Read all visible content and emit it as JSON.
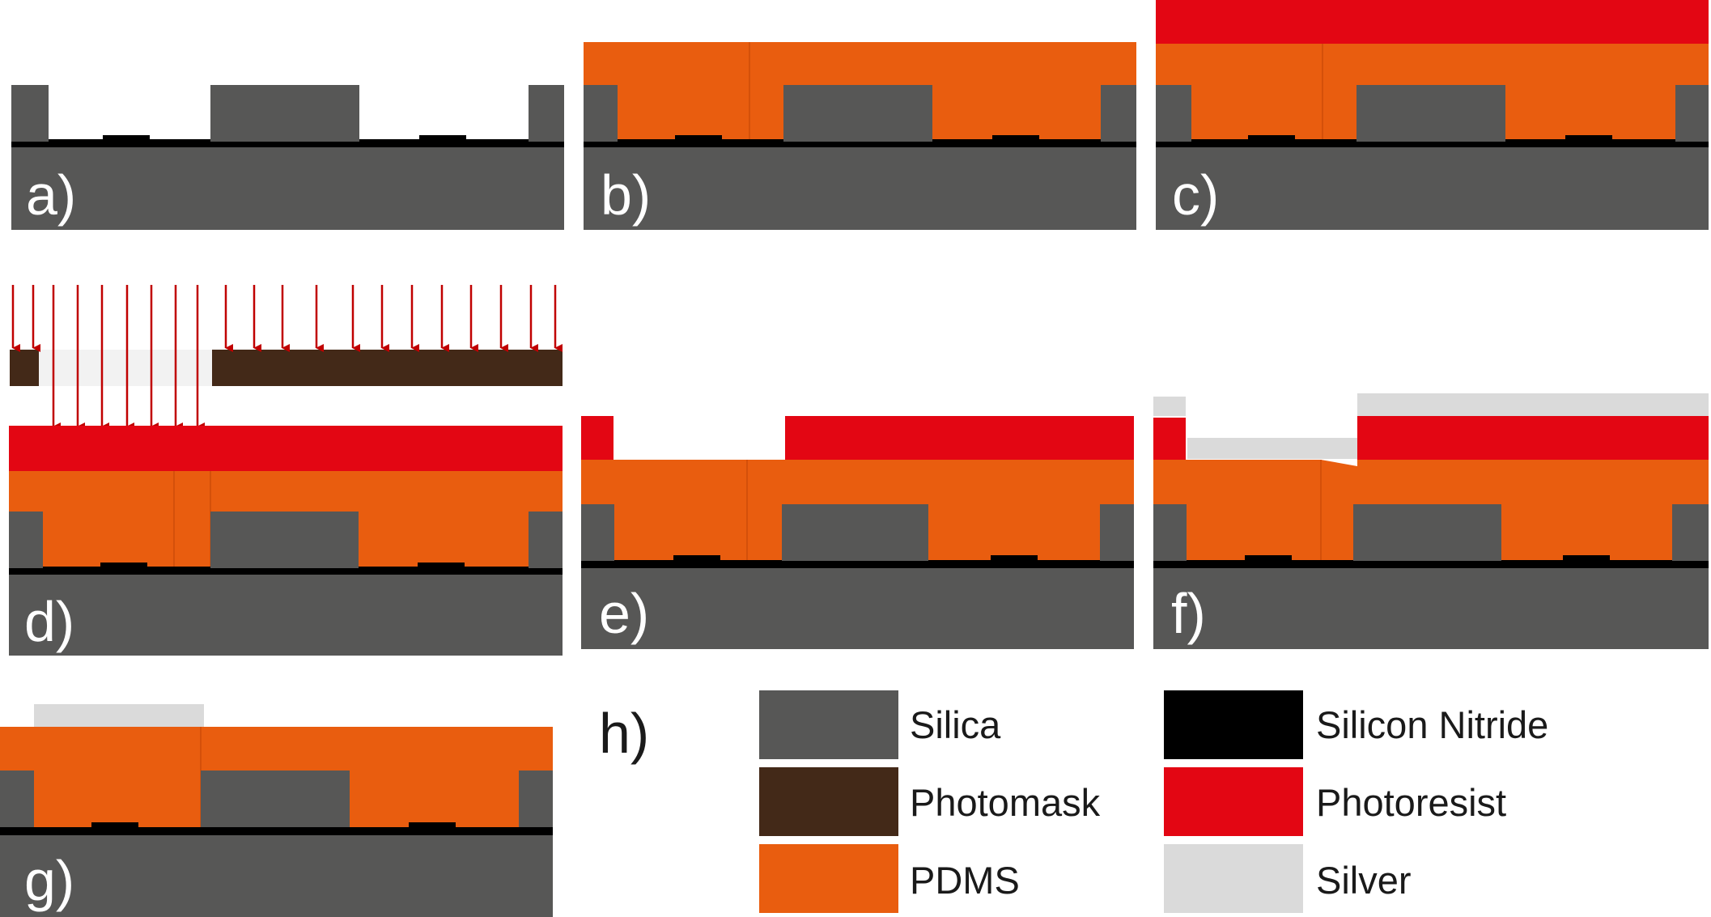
{
  "colors": {
    "silica": "#575756",
    "nitride": "#000000",
    "photomask": "#432918",
    "pdms": "#E95D0F",
    "photoresist": "#E30613",
    "silver": "#DADADA",
    "arrow": "#C00000",
    "mask_clear": "#F2F2F2"
  },
  "panels": [
    {
      "id": "a",
      "label": "a)"
    },
    {
      "id": "b",
      "label": "b)"
    },
    {
      "id": "c",
      "label": "c)"
    },
    {
      "id": "d",
      "label": "d)"
    },
    {
      "id": "e",
      "label": "e)"
    },
    {
      "id": "f",
      "label": "f)"
    },
    {
      "id": "g",
      "label": "g)"
    }
  ],
  "legend": {
    "label": "h)",
    "items": [
      {
        "key": "silica",
        "label": "Silica"
      },
      {
        "key": "photomask",
        "label": "Photomask"
      },
      {
        "key": "pdms",
        "label": "PDMS"
      },
      {
        "key": "nitride",
        "label": "Silicon Nitride"
      },
      {
        "key": "photoresist",
        "label": "Photoresist"
      },
      {
        "key": "silver",
        "label": "Silver"
      }
    ]
  }
}
